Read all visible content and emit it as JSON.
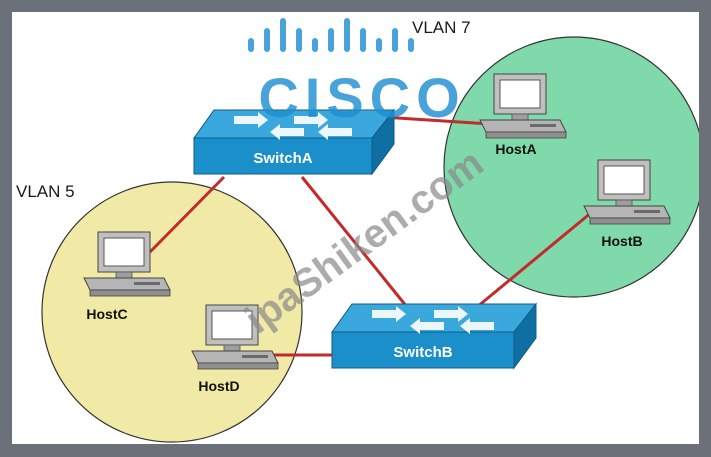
{
  "vlans": [
    {
      "label": "VLAN 7",
      "color": "#7fd9aa"
    },
    {
      "label": "VLAN 5",
      "color": "#f1eaa6"
    }
  ],
  "switches": [
    {
      "label": "SwitchA"
    },
    {
      "label": "SwitchB"
    }
  ],
  "hosts": [
    {
      "label": "HostA"
    },
    {
      "label": "HostB"
    },
    {
      "label": "HostC"
    },
    {
      "label": "HostD"
    }
  ],
  "colors": {
    "switch_front": "#1a8fc9",
    "switch_top": "#3aa8dc",
    "link": "#c22b2b",
    "watermark_logo": "#1f8fd1"
  },
  "watermark": {
    "logo_text": "CISCO",
    "site_text": "ipaShiken.com"
  }
}
